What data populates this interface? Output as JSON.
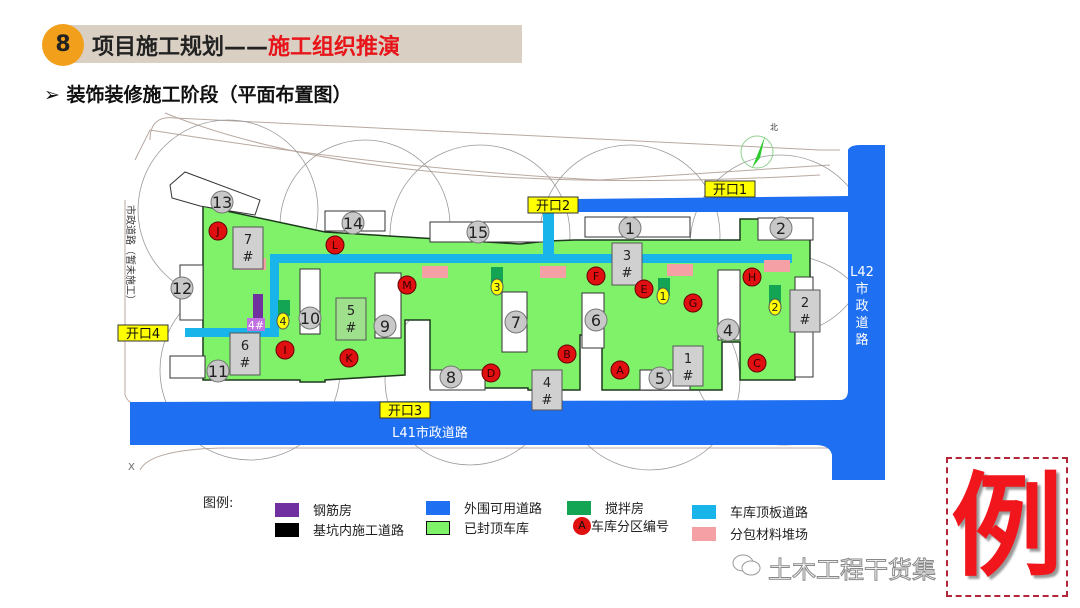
{
  "header": {
    "number": "8",
    "title_black": "项目施工规划——",
    "title_red": "施工组织推演"
  },
  "subtitle": "装饰装修施工阶段（平面布置图）",
  "subtitle_bullet": "➢",
  "colors": {
    "outer_road": "#1f6ff2",
    "roof_road": "#19b4ea",
    "garage_sealed": "#7ff26a",
    "rebar_room": "#7030a0",
    "mixing_room": "#13a454",
    "material_yard": "#f4a0a4",
    "zone_marker": "#e01010",
    "crane_marker": "#c8c8c8",
    "gate_label": "#ffff00"
  },
  "plan": {
    "north_label": "北",
    "left_road_label": "市政道路（暂未施工）",
    "bottom_road_label": "L41市政道路",
    "right_road_label": [
      "L42",
      "市",
      "政",
      "道",
      "路"
    ],
    "gates": [
      {
        "label": "开口1"
      },
      {
        "label": "开口2"
      },
      {
        "label": "开口3"
      },
      {
        "label": "开口4"
      }
    ],
    "cranes": [
      "13",
      "14",
      "15",
      "1",
      "2",
      "12",
      "10",
      "9",
      "7",
      "6",
      "4",
      "11",
      "8",
      "5"
    ],
    "zones": [
      "J",
      "L",
      "M",
      "F",
      "E",
      "G",
      "H",
      "I",
      "K",
      "D",
      "B",
      "A",
      "C"
    ],
    "mixers": [
      "4",
      "3",
      "1",
      "2"
    ],
    "buildings": [
      [
        "7",
        "#"
      ],
      [
        "6",
        "#"
      ],
      [
        "5",
        "#"
      ],
      [
        "4",
        "#"
      ],
      [
        "3",
        "#"
      ],
      [
        "1",
        "#"
      ],
      [
        "2",
        "#"
      ]
    ],
    "rebar_label": "4#",
    "corner_mark": "X"
  },
  "legend": {
    "title": "图例:",
    "items": [
      {
        "label": "钢筋房",
        "icon": "purple-square"
      },
      {
        "label": "基坑内施工道路",
        "icon": "black-square"
      },
      {
        "label": "外围可用道路",
        "icon": "blue-square"
      },
      {
        "label": "已封顶车库",
        "icon": "green-square"
      },
      {
        "label": "搅拌房",
        "icon": "darkgreen-square"
      },
      {
        "label": "车库分区编号",
        "icon": "red-circle",
        "marker": "A"
      },
      {
        "label": "车库顶板道路",
        "icon": "cyan-square"
      },
      {
        "label": "分包材料堆场",
        "icon": "pink-square"
      }
    ]
  },
  "stamp": "例",
  "watermark": "土木工程干货集"
}
